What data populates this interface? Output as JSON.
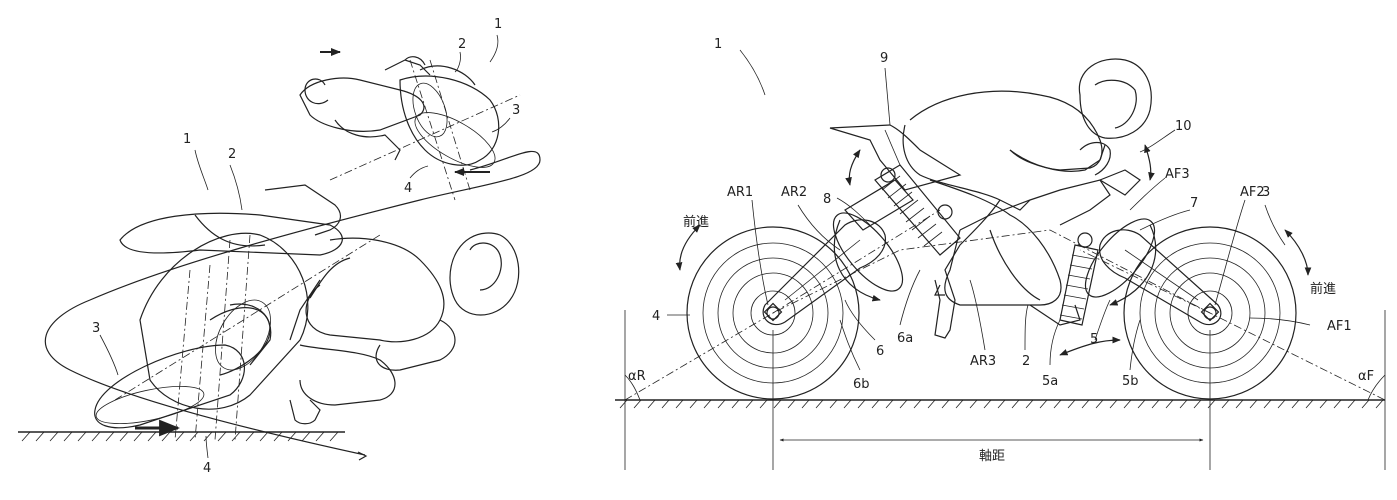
{
  "left_figure": {
    "labels": {
      "bike_ref_large": "1",
      "body_ref_large": "2",
      "front_wheel_ref_large": "3",
      "rear_wheel_ref_large": "4",
      "bike_ref_small": "1",
      "body_ref_small": "2",
      "front_wheel_ref_small": "3",
      "rear_wheel_ref_small": "4"
    }
  },
  "right_figure": {
    "labels": {
      "bike_ref": "1",
      "seat_ref": "9",
      "handle_ref": "10",
      "rear_actuator_ref": "8",
      "front_actuator_ref": "7",
      "front_wheel_ref": "3",
      "rear_wheel_ref": "4",
      "rear_arm_ref": "6",
      "rear_arm_a_ref": "6a",
      "rear_arm_b_ref": "6b",
      "front_arm_ref": "5",
      "front_arm_a_ref": "5a",
      "front_arm_b_ref": "5b",
      "body_ref": "2",
      "ar1": "AR1",
      "ar2": "AR2",
      "ar3": "AR3",
      "af1": "AF1",
      "af2": "AF2",
      "af3": "AF3",
      "forward_left": "前進",
      "forward_right": "前進",
      "alpha_r": "αR",
      "alpha_f": "αF",
      "wheelbase": "軸距"
    }
  }
}
